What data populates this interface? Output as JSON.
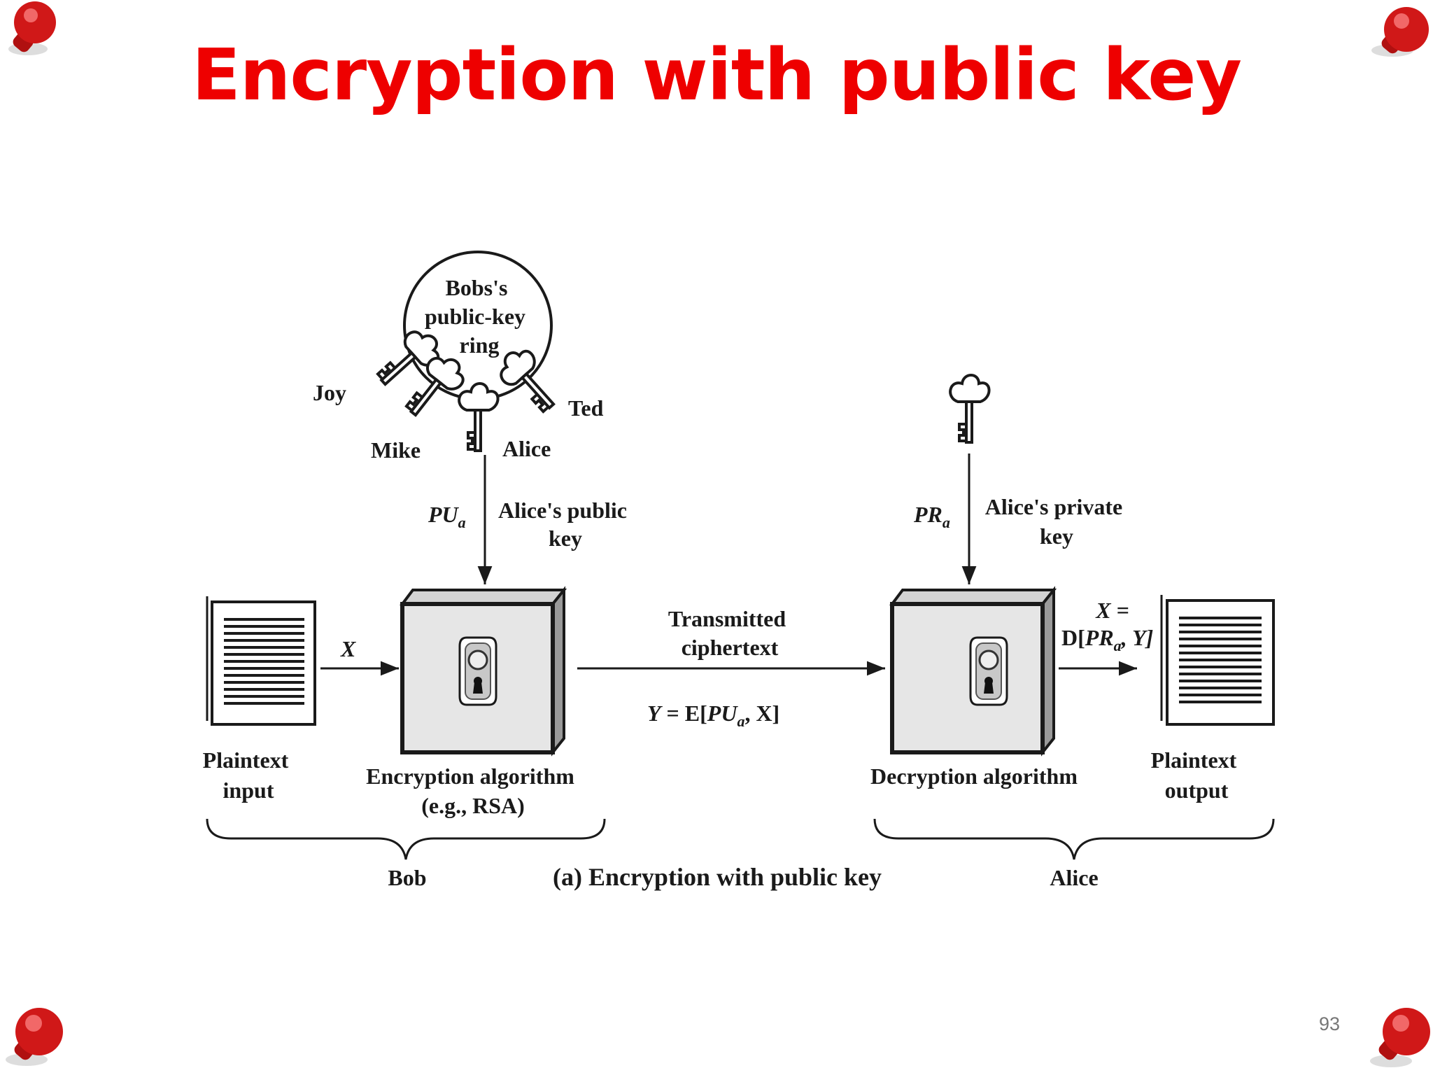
{
  "slide": {
    "title": "Encryption with public key",
    "page_number": "93"
  },
  "diagram": {
    "key_ring": {
      "label": "Bobs's public-key ring",
      "label_lines": [
        "Bobs's",
        "public-key",
        "ring"
      ],
      "keys": [
        "Joy",
        "Mike",
        "Alice",
        "Ted"
      ]
    },
    "public_key": {
      "symbol": "PU",
      "subscript": "a",
      "label_lines": [
        "Alice's public",
        "key"
      ]
    },
    "private_key": {
      "symbol": "PR",
      "subscript": "a",
      "label_lines": [
        "Alice's private",
        "key"
      ]
    },
    "plaintext_input": {
      "label_lines": [
        "Plaintext",
        "input"
      ],
      "var": "X"
    },
    "encryption": {
      "label_lines": [
        "Encryption algorithm",
        "(e.g., RSA)"
      ]
    },
    "transmission": {
      "label_lines": [
        "Transmitted",
        "ciphertext"
      ],
      "formula": {
        "y": "Y",
        "eq": " = E[",
        "pu": "PU",
        "sub": "a",
        "rest": ", X]"
      }
    },
    "decryption": {
      "label_lines": [
        "Decryption algorithm"
      ]
    },
    "output_formula": {
      "line1": "X =",
      "d": "D[",
      "pr": "PR",
      "sub": "a",
      "rest": ", Y]"
    },
    "plaintext_output": {
      "label_lines": [
        "Plaintext",
        "output"
      ]
    },
    "groups": [
      "Bob",
      "Alice"
    ],
    "caption": "(a) Encryption with public key"
  },
  "colors": {
    "title": "#ee0000",
    "pin": "#d01818",
    "box_face": "#e6e6e6",
    "ink": "#1a1a1a"
  }
}
